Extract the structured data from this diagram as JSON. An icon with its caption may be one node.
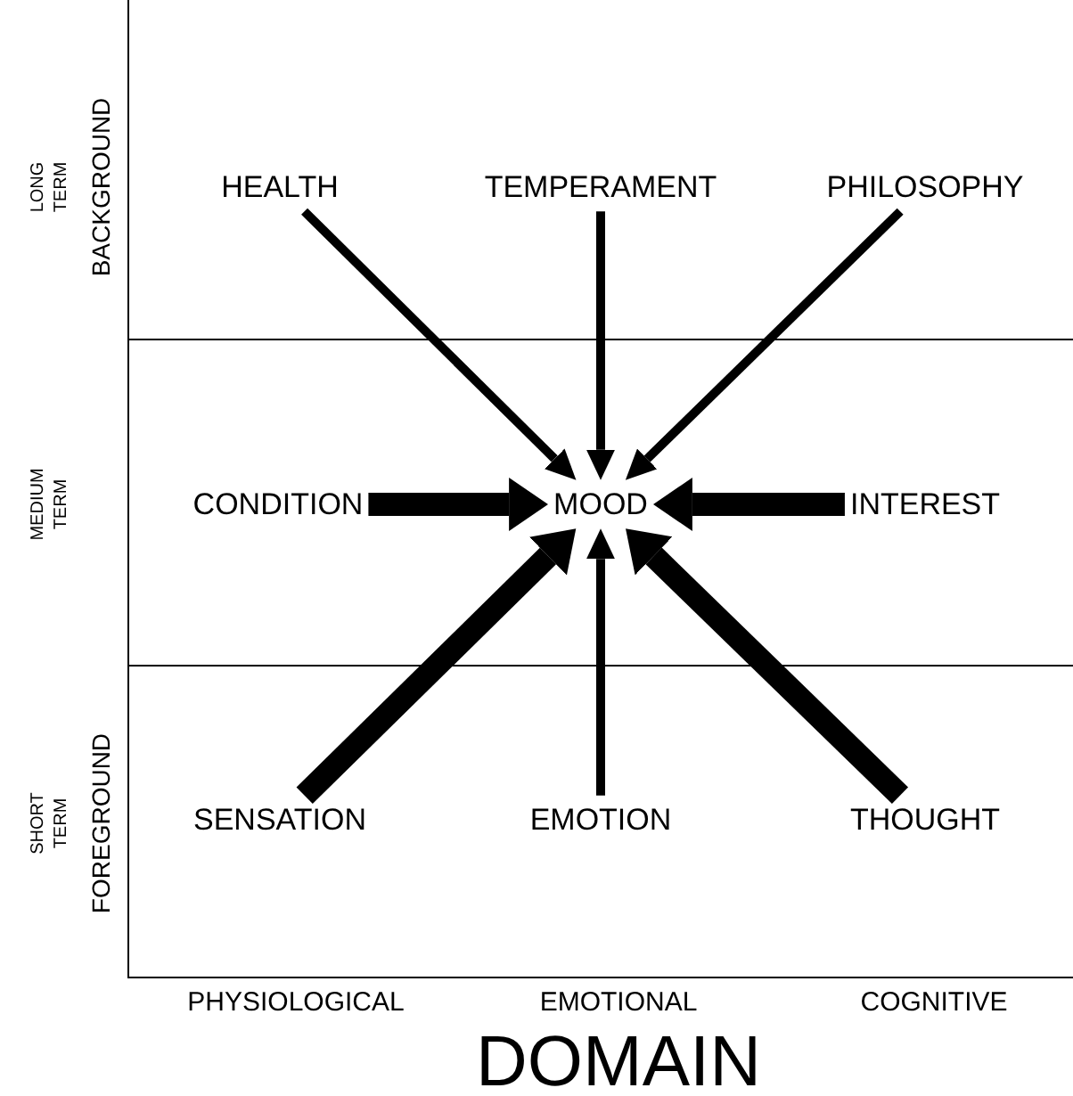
{
  "diagram": {
    "nodes": [
      {
        "text": [
          "HEALTH"
        ]
      },
      {
        "text": [
          "TEMPERAMENT"
        ]
      },
      {
        "text": [
          "PHILOSOPHY"
        ]
      },
      {
        "text": [
          "CONDITION"
        ]
      },
      {
        "text": [
          "MOOD"
        ]
      },
      {
        "text": [
          "INTEREST"
        ]
      },
      {
        "text": [
          "SENSATION"
        ]
      },
      {
        "text": [
          "EMOTION"
        ]
      },
      {
        "text": [
          "THOUGHT"
        ]
      }
    ],
    "edges": [
      {
        "from": 0,
        "to": 4,
        "arrow": "to"
      },
      {
        "from": 1,
        "to": 4,
        "arrow": "to"
      },
      {
        "from": 2,
        "to": 4,
        "arrow": "to"
      },
      {
        "from": 3,
        "to": 4,
        "arrow": "to",
        "style": "thick"
      },
      {
        "from": 5,
        "to": 4,
        "arrow": "to",
        "style": "thick"
      },
      {
        "from": 6,
        "to": 4,
        "arrow": "to",
        "style": "thick"
      },
      {
        "from": 7,
        "to": 4,
        "arrow": "to"
      },
      {
        "from": 8,
        "to": 4,
        "arrow": "to",
        "style": "thick"
      }
    ],
    "labels": [
      "LONG TERM",
      "BACKGROUND",
      "MEDIUM TERM",
      "SHORT TERM",
      "FOREGROUND",
      "PHYSIOLOGICAL",
      "EMOTIONAL",
      "COGNITIVE",
      "DOMAIN"
    ]
  }
}
